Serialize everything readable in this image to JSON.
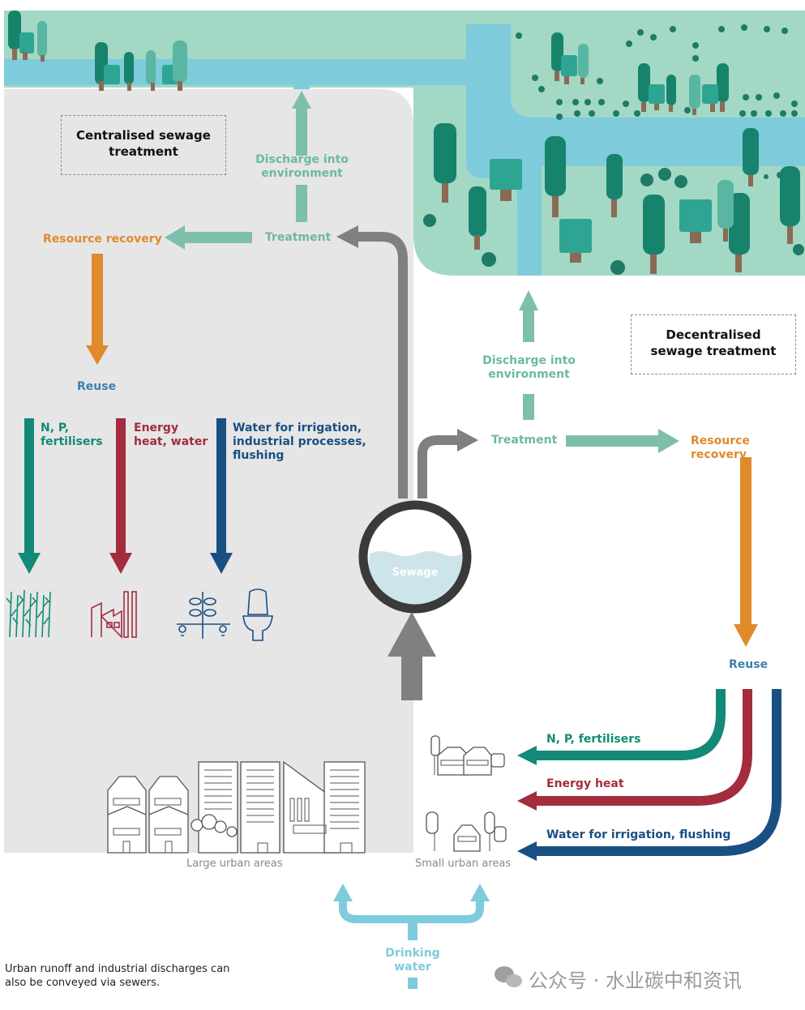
{
  "centralised": {
    "title": "Centralised sewage treatment",
    "discharge": "Discharge into environment",
    "treatment": "Treatment",
    "resource_recovery": "Resource recovery",
    "reuse": "Reuse",
    "outputs": [
      {
        "label": "N, P, fertilisers",
        "color": "#138a77"
      },
      {
        "label": "Energy heat, water",
        "color": "#a32c3f"
      },
      {
        "label": "Water for irrigation, industrial processes, flushing",
        "color": "#1a4f82"
      }
    ],
    "area_label": "Large urban areas"
  },
  "decentralised": {
    "title": "Decentralised sewage treatment",
    "discharge": "Discharge into environment",
    "treatment": "Treatment",
    "resource_recovery": "Resource recovery",
    "reuse": "Reuse",
    "outputs": [
      {
        "label": "N, P, fertilisers",
        "color": "#138a77"
      },
      {
        "label": "Energy heat",
        "color": "#a32c3f"
      },
      {
        "label": "Water for irrigation, flushing",
        "color": "#1a4f82"
      }
    ],
    "area_label": "Small urban areas"
  },
  "sewage_label": "Sewage",
  "drinking_water": "Drinking water",
  "footnote": "Urban runoff and industrial discharges can also be conveyed via sewers.",
  "watermark": "公众号 · 水业碳中和资讯",
  "colors": {
    "teal_light": "#7ebfab",
    "orange": "#e08a2c",
    "gray_pipe": "#808080",
    "river": "#7ecbdc",
    "land": "#a2d8c4",
    "panel": "#e6e6e6"
  }
}
